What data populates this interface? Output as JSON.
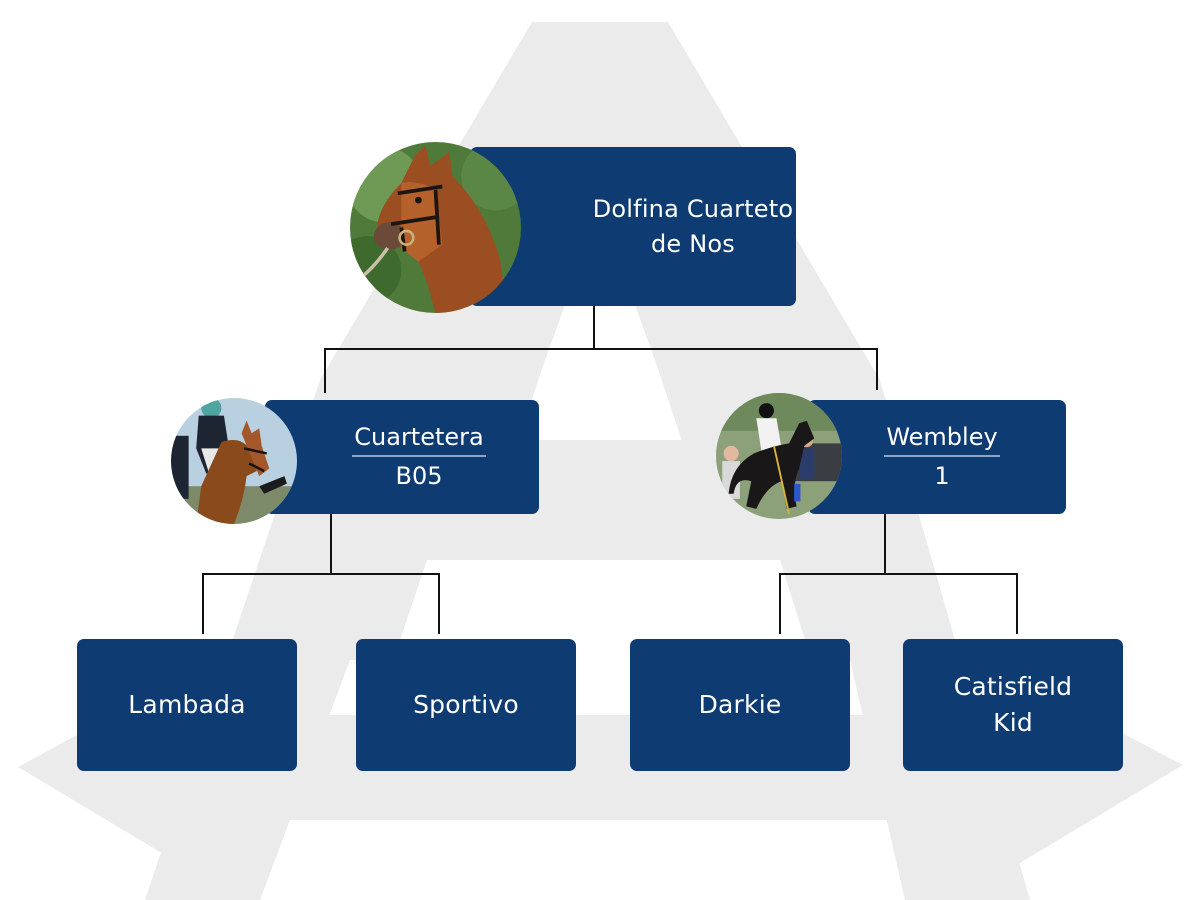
{
  "diagram": {
    "type": "pedigree-tree",
    "colors": {
      "node_fill": "#0f3b73",
      "node_text": "#ffffff",
      "connector": "#111111",
      "watermark": "#ebebeb",
      "background": "#ffffff"
    },
    "root": {
      "name": "Dolfina Cuarteto de Nos",
      "name_lines": [
        "Dolfina Cuarteto",
        "de Nos"
      ],
      "photo": "chestnut-horse-portrait"
    },
    "parents": [
      {
        "name_line1": "Cuartetera",
        "name_line2": "B05",
        "photo": "polo-player-on-chestnut-horse",
        "parents": [
          {
            "name": "Lambada"
          },
          {
            "name": "Sportivo"
          }
        ]
      },
      {
        "name_line1": "Wembley",
        "name_line2": "1",
        "photo": "polo-player-on-black-horse",
        "parents": [
          {
            "name": "Darkie"
          },
          {
            "name_lines": [
              "Catisfield",
              "Kid"
            ]
          }
        ]
      }
    ],
    "watermark": "large-letter-a-logo"
  }
}
